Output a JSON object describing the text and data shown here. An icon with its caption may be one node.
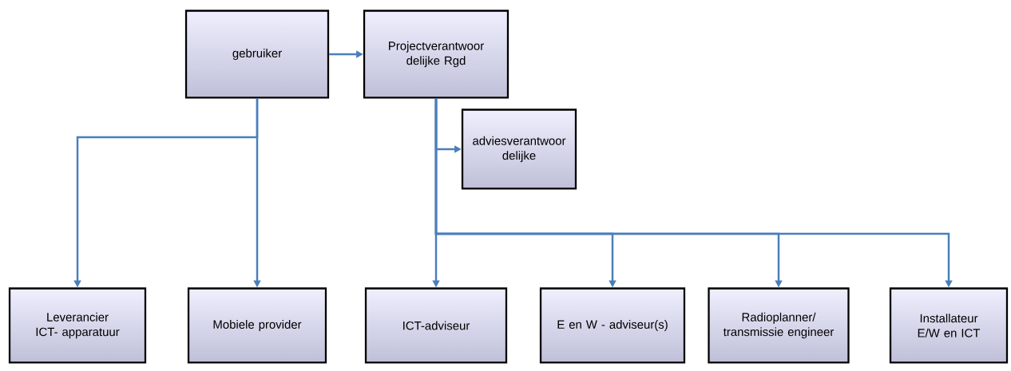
{
  "diagram": {
    "nodes": [
      {
        "text": [
          "gebruiker"
        ]
      },
      {
        "text": [
          "Projectverantwoor delijke Rgd"
        ]
      },
      {
        "text": [
          "adviesverantwoor delijke"
        ]
      },
      {
        "text": [
          "Leverancier ICT- apparatuur"
        ]
      },
      {
        "text": [
          "Mobiele provider"
        ]
      },
      {
        "text": [
          "ICT-adviseur"
        ]
      },
      {
        "text": [
          "E en W - adviseur(s)"
        ]
      },
      {
        "text": [
          "Radioplanner/ transmissie engineer"
        ]
      },
      {
        "text": [
          "Installateur E/W en ICT"
        ]
      }
    ],
    "edges": [
      {
        "from": 0,
        "to": 1,
        "arrow": "to"
      },
      {
        "from": 0,
        "to": 3,
        "arrow": "to"
      },
      {
        "from": 0,
        "to": 4,
        "arrow": "to"
      },
      {
        "from": 1,
        "to": 2,
        "arrow": "to"
      },
      {
        "from": 1,
        "to": 5,
        "arrow": "to"
      },
      {
        "from": 1,
        "to": 6,
        "arrow": "to"
      },
      {
        "from": 1,
        "to": 7,
        "arrow": "to"
      },
      {
        "from": 1,
        "to": 8,
        "arrow": "to"
      }
    ]
  }
}
